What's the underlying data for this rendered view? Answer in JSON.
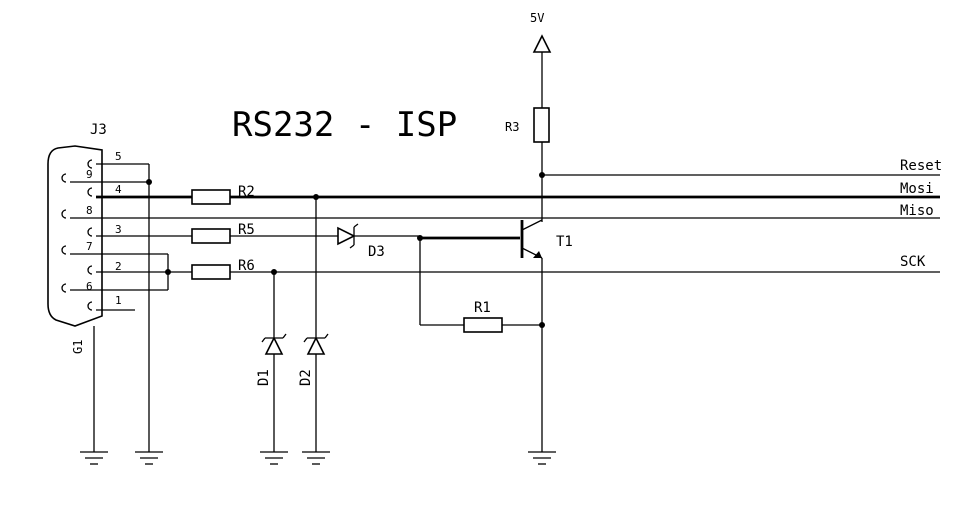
{
  "title": "RS232 - ISP",
  "supply": "5V",
  "connector": {
    "ref": "J3",
    "shell": "G1",
    "pins": [
      "5",
      "9",
      "4",
      "8",
      "3",
      "7",
      "2",
      "6",
      "1"
    ]
  },
  "resistors": {
    "r1": "R1",
    "r2": "R2",
    "r3": "R3",
    "r5": "R5",
    "r6": "R6"
  },
  "diodes": {
    "d1": "D1",
    "d2": "D2",
    "d3": "D3"
  },
  "transistor": "T1",
  "nets": {
    "reset": "Reset",
    "mosi": "Mosi",
    "miso": "Miso",
    "sck": "SCK"
  }
}
